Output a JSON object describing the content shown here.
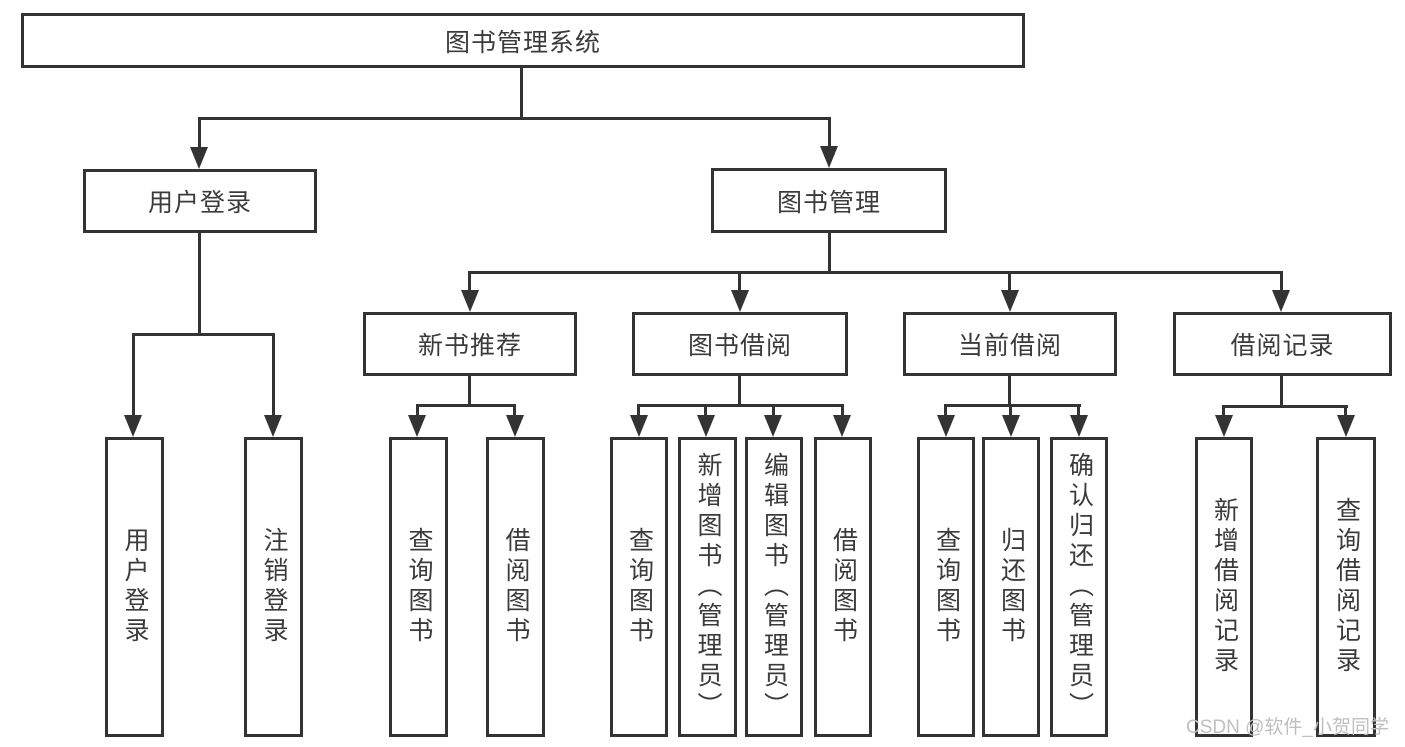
{
  "diagram": {
    "root": {
      "label": "图书管理系统"
    },
    "branches": [
      {
        "label": "用户登录",
        "children": [
          {
            "label": "用户登录"
          },
          {
            "label": "注销登录"
          }
        ]
      },
      {
        "label": "图书管理",
        "children": [
          {
            "label": "新书推荐",
            "children": [
              {
                "label": "查询图书"
              },
              {
                "label": "借阅图书"
              }
            ]
          },
          {
            "label": "图书借阅",
            "children": [
              {
                "label": "查询图书"
              },
              {
                "label": "新增图书（管理员）"
              },
              {
                "label": "编辑图书（管理员）"
              },
              {
                "label": "借阅图书"
              }
            ]
          },
          {
            "label": "当前借阅",
            "children": [
              {
                "label": "查询图书"
              },
              {
                "label": "归还图书"
              },
              {
                "label": "确认归还（管理员）"
              }
            ]
          },
          {
            "label": "借阅记录",
            "children": [
              {
                "label": "新增借阅记录"
              },
              {
                "label": "查询借阅记录"
              }
            ]
          }
        ]
      }
    ]
  },
  "watermark": {
    "text": "CSDN @软件_小贺同学"
  },
  "colors": {
    "line": "#333333",
    "text": "#3b3b3b",
    "background": "#ffffff",
    "watermark": "#bfbfbf"
  }
}
